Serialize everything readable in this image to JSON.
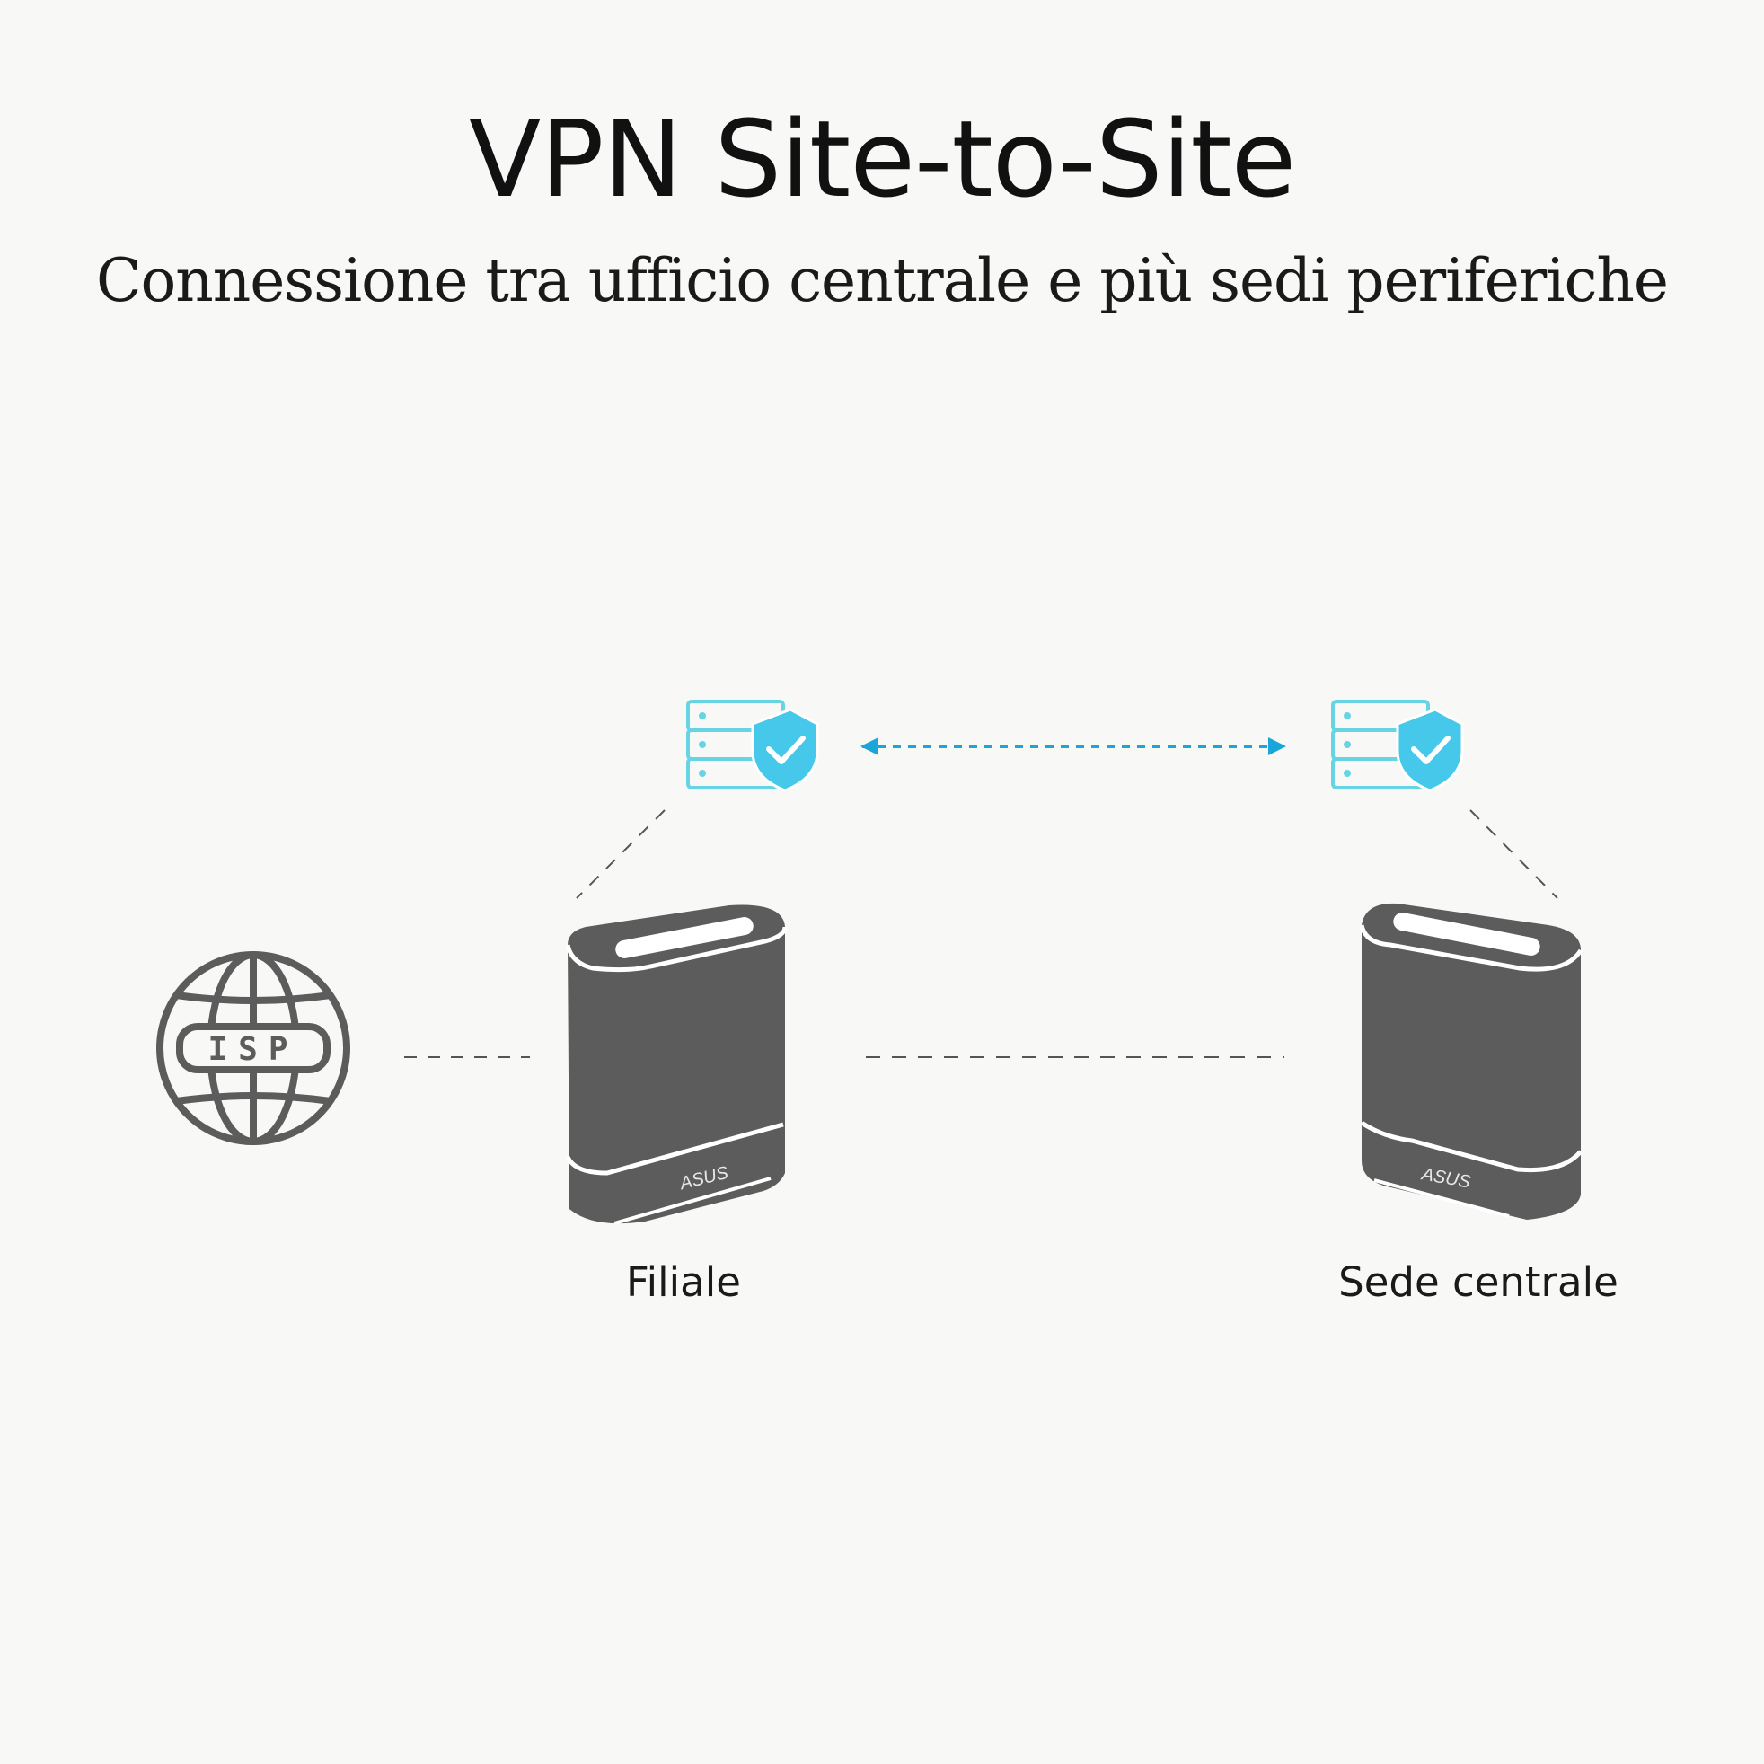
{
  "header": {
    "title": "VPN Site-to-Site",
    "subtitle": "Connessione tra ufficio centrale e più sedi periferiche"
  },
  "nodes": {
    "isp": {
      "label": "ISP",
      "icon": "globe-icon"
    },
    "branch": {
      "label": "Filiale",
      "icon": "router-icon",
      "brand": "ASUS"
    },
    "headquarters": {
      "label": "Sede centrale",
      "icon": "router-icon",
      "brand": "ASUS"
    },
    "vpn_server_left": {
      "icon": "secure-server-icon"
    },
    "vpn_server_right": {
      "icon": "secure-server-icon"
    }
  },
  "colors": {
    "background": "#f8f8f6",
    "router_body": "#5c5c5c",
    "globe_stroke": "#5c5c5c",
    "vpn_accent": "#1aa6d8",
    "server_outline": "#67d4e4",
    "shield_fill": "#45c8ea",
    "dashed_line": "#555555"
  }
}
